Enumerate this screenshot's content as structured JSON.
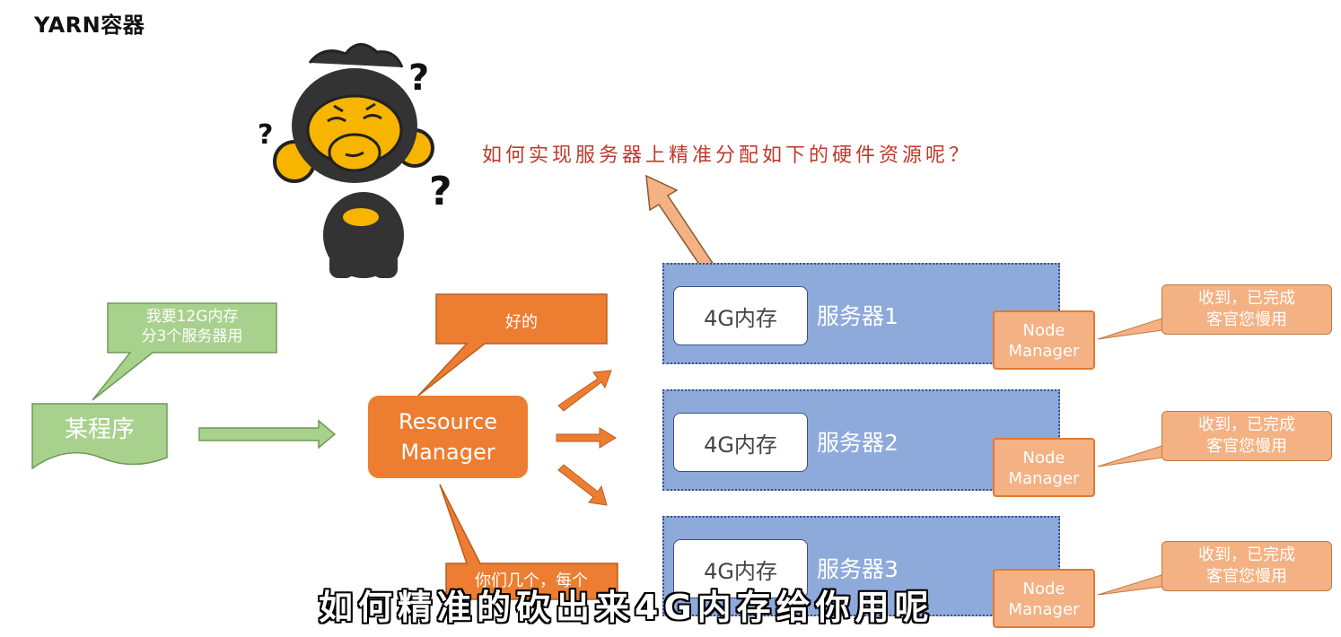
{
  "title": "YARN容器",
  "question": "如何实现服务器上精准分配如下的硬件资源呢？",
  "program": {
    "label": "某程序",
    "request": [
      "我要12G内存",
      "分3个服务器用"
    ]
  },
  "resource_manager": {
    "label": [
      "Resource",
      "Manager"
    ],
    "reply": "好的",
    "bottom_reply": "你们几个，每个"
  },
  "servers": [
    {
      "memory": "4G内存",
      "name": "服务器1",
      "node_manager": [
        "Node",
        "Manager"
      ],
      "reply": [
        "收到，已完成",
        "客官您慢用"
      ]
    },
    {
      "memory": "4G内存",
      "name": "服务器2",
      "node_manager": [
        "Node",
        "Manager"
      ],
      "reply": [
        "收到，已完成",
        "客官您慢用"
      ]
    },
    {
      "memory": "4G内存",
      "name": "服务器3",
      "node_manager": [
        "Node",
        "Manager"
      ],
      "reply": [
        "收到，已完成",
        "客官您慢用"
      ]
    }
  ],
  "subtitle": "如何精准的砍出来4G内存给你用呢",
  "colors": {
    "orange": "#ed7d31",
    "light_orange": "#f4b183",
    "green": "#a9d18e",
    "blue": "#8eaadb",
    "question_red": "#c0392b"
  }
}
